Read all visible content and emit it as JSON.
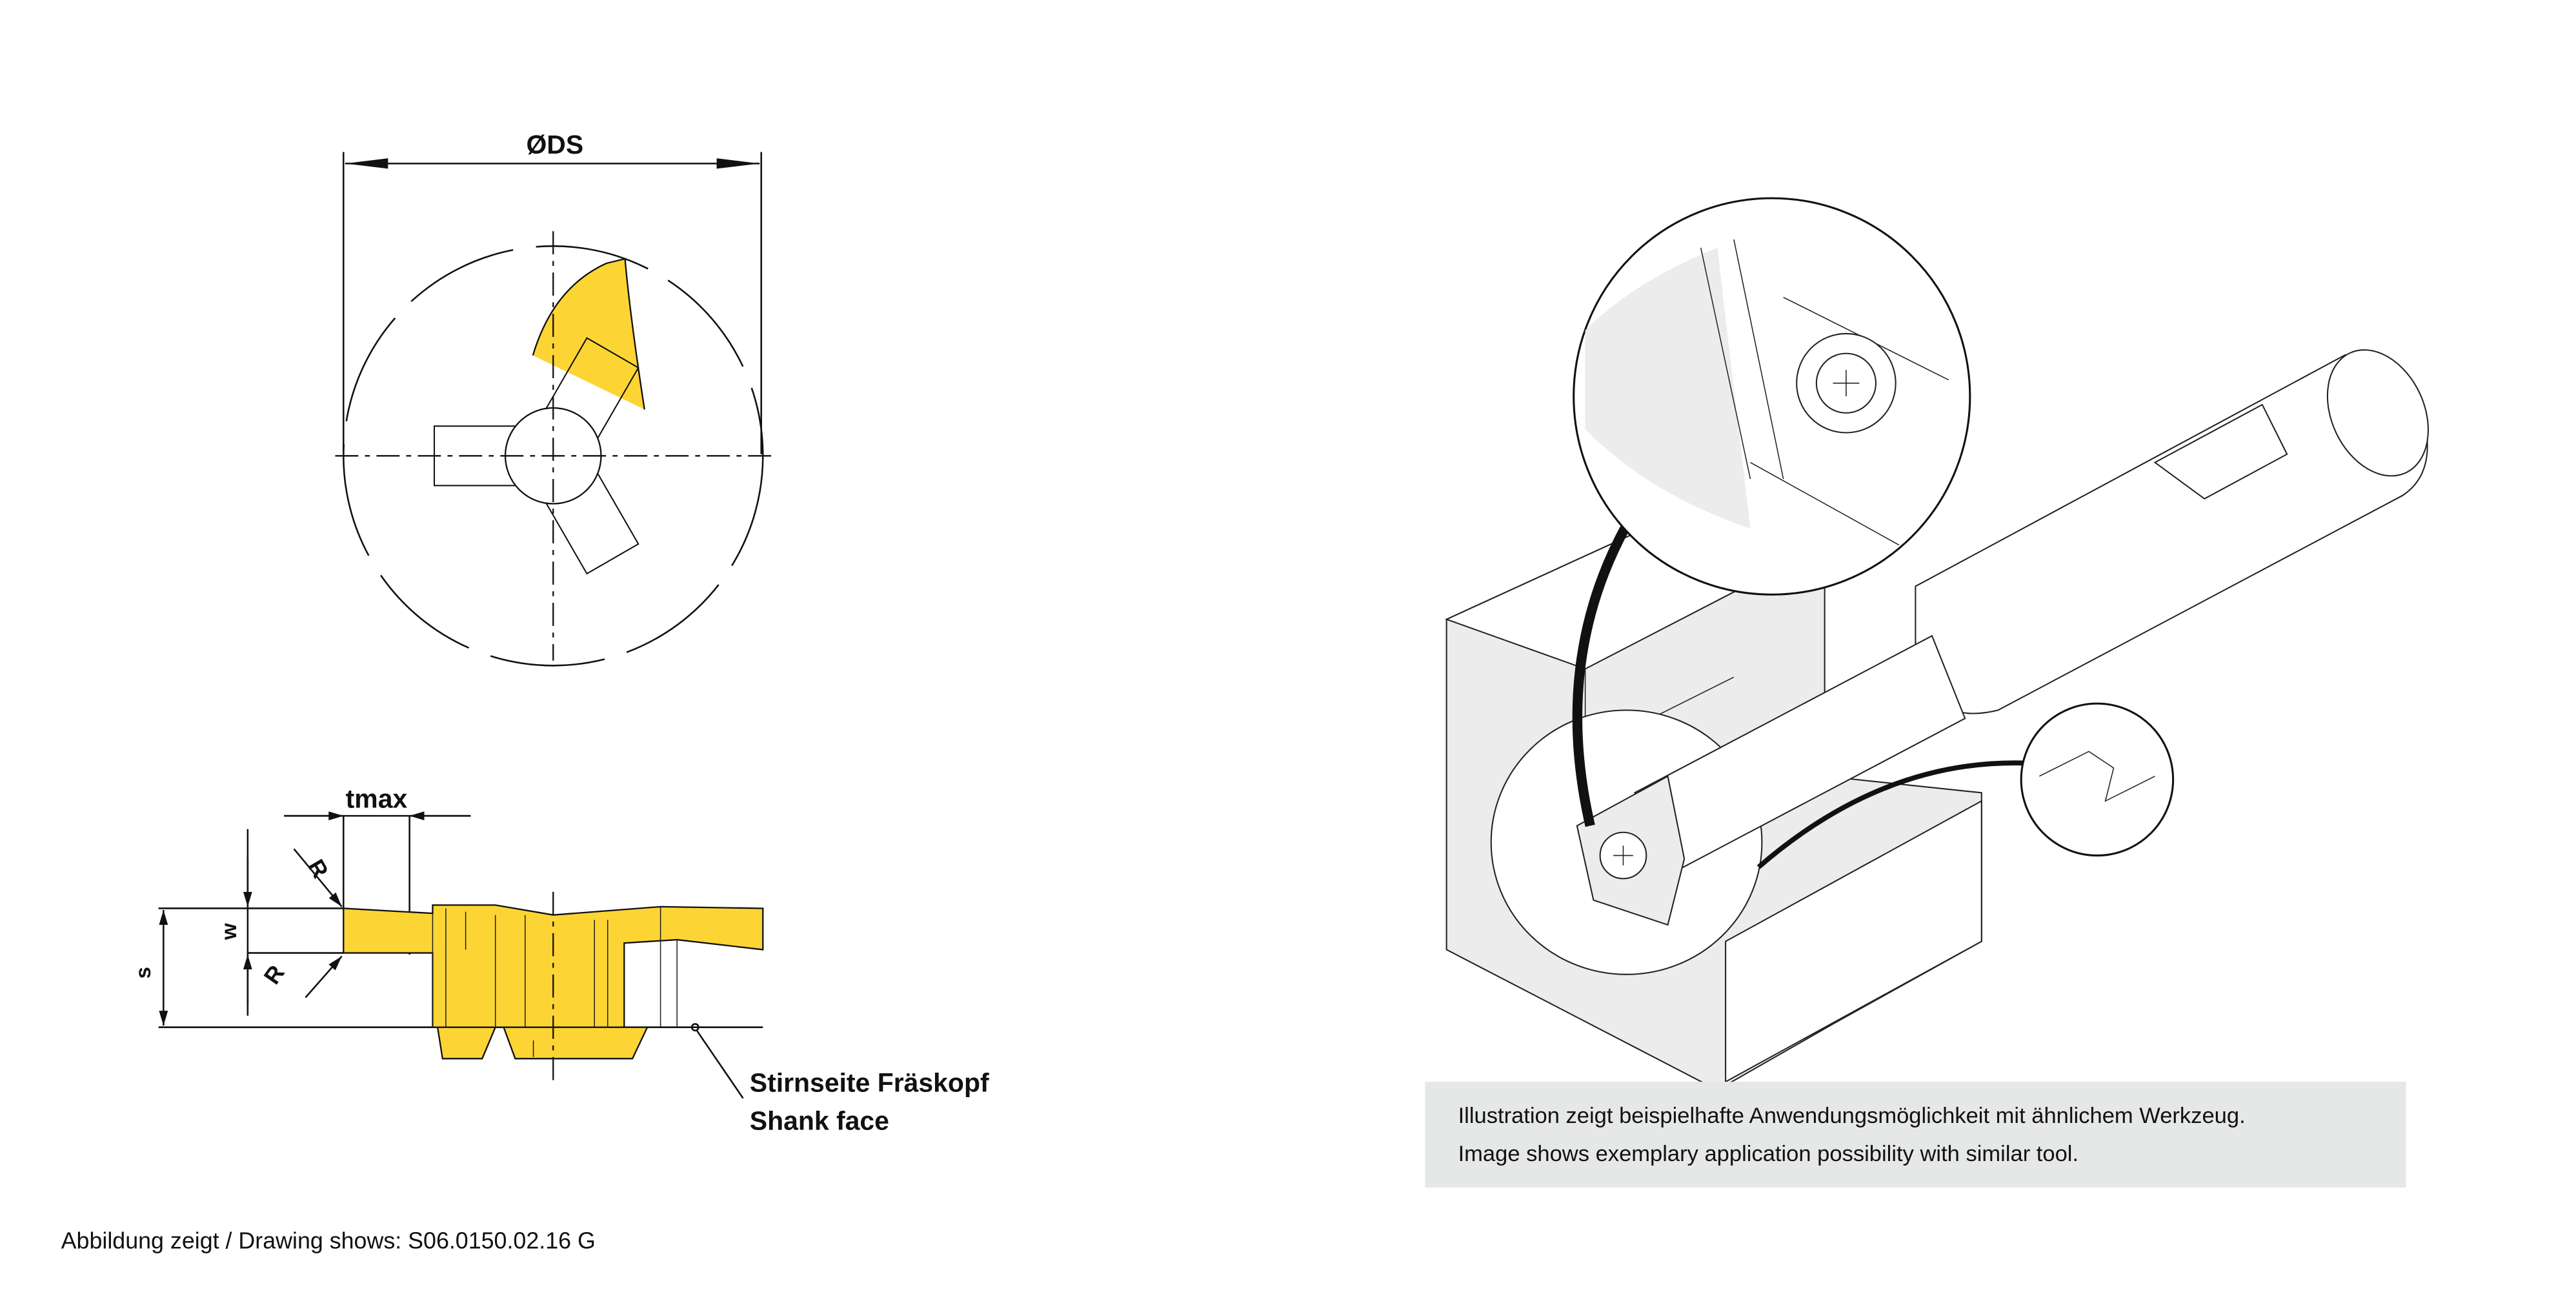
{
  "drawing": {
    "diameter_label": "ØDS",
    "tmax_label": "tmax",
    "radius_label_top": "R",
    "radius_label_bottom": "R",
    "width_label": "w",
    "thickness_label": "s",
    "shank_face_de": "Stirnseite Fräskopf",
    "shank_face_en": "Shank face",
    "footnote": "Abbildung zeigt / Drawing shows: S06.0150.02.16 G"
  },
  "illustration": {
    "caption_de": "Illustration zeigt beispielhafte Anwendungsmöglichkeit mit ähnlichem Werkzeug.",
    "caption_en": "Image shows exemplary application possibility with similar tool."
  },
  "colors": {
    "insert_yellow": "#fcd535",
    "caption_bg": "#e6e7e7"
  }
}
